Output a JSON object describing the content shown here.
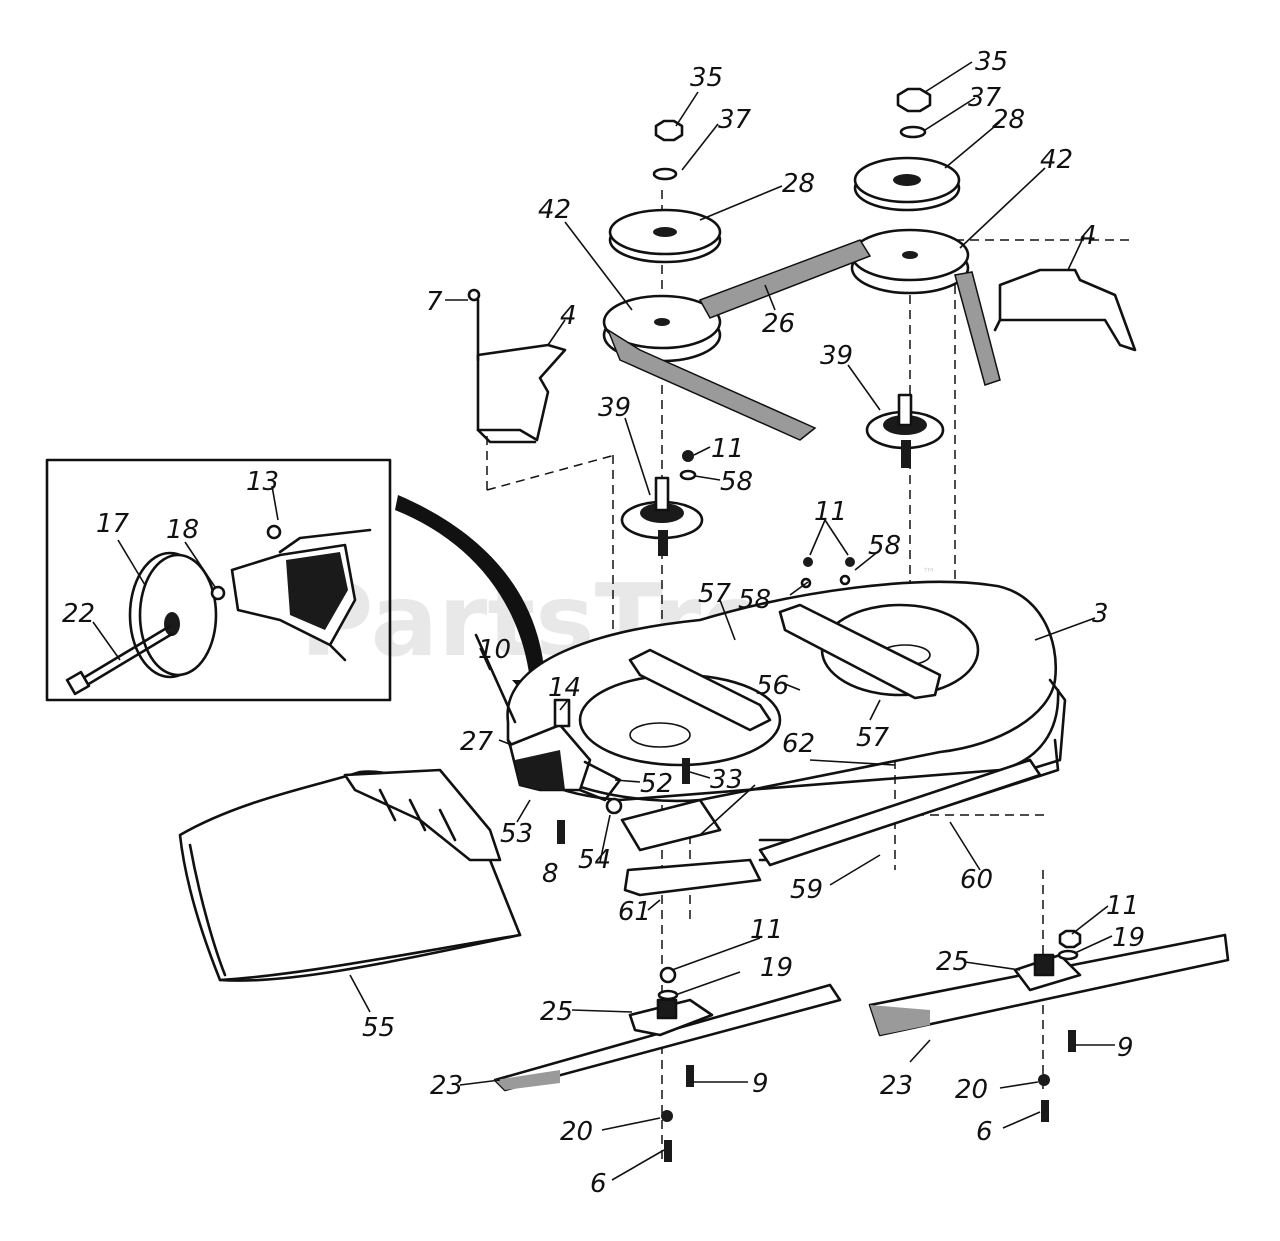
{
  "watermark": {
    "text": "PartsTree",
    "trademark": "™"
  },
  "labels": {
    "l35a": "35",
    "l35b": "35",
    "l37a": "37",
    "l37b": "37",
    "l28a": "28",
    "l28b": "28",
    "l42a": "42",
    "l42b": "42",
    "l4a": "4",
    "l4b": "4",
    "l7": "7",
    "l26": "26",
    "l39a": "39",
    "l39b": "39",
    "l11a": "11",
    "l11b": "11",
    "l11c": "11",
    "l11d": "11",
    "l58a": "58",
    "l58b": "58",
    "l58c": "58",
    "l13": "13",
    "l17": "17",
    "l18": "18",
    "l22": "22",
    "l3": "3",
    "l10": "10",
    "l14": "14",
    "l27": "27",
    "l52": "52",
    "l53": "53",
    "l54": "54",
    "l8": "8",
    "l33": "33",
    "l56": "56",
    "l57a": "57",
    "l57b": "57",
    "l62": "62",
    "l60": "60",
    "l59": "59",
    "l61": "61",
    "l55": "55",
    "l19a": "19",
    "l19b": "19",
    "l25a": "25",
    "l25b": "25",
    "l23a": "23",
    "l23b": "23",
    "l9a": "9",
    "l9b": "9",
    "l20a": "20",
    "l20b": "20",
    "l6a": "6",
    "l6b": "6"
  }
}
